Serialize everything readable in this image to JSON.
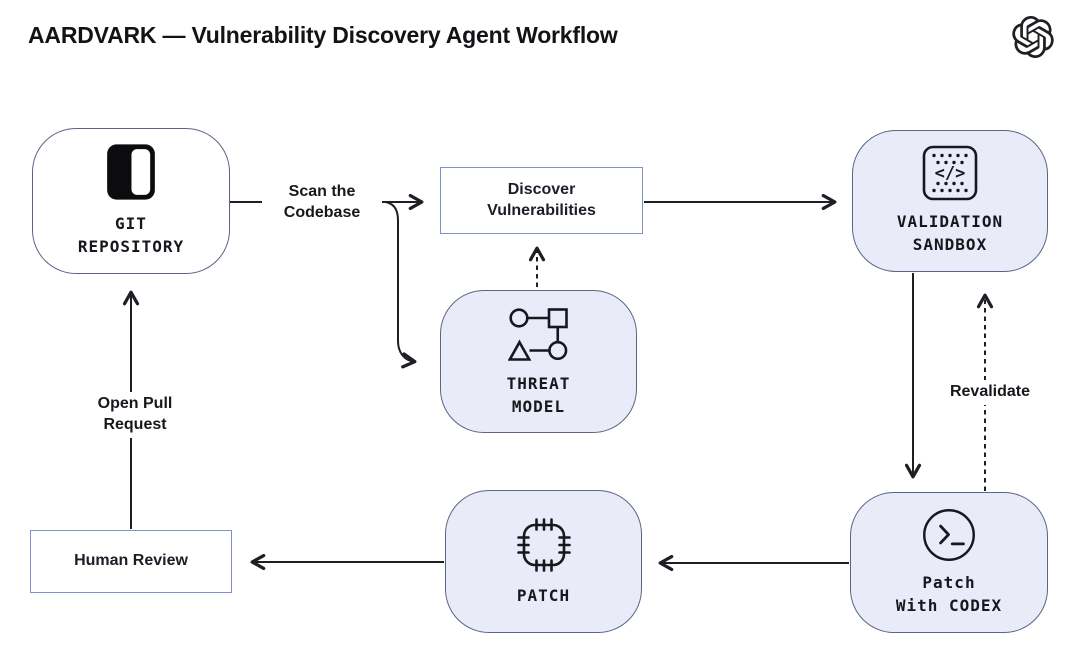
{
  "header": {
    "title": "AARDVARK — Vulnerability Discovery Agent Workflow",
    "logo": "openai-logo"
  },
  "colors": {
    "node_fill": "#e9ecf8",
    "node_border": "#5a6586",
    "box_border": "#8191cb",
    "arrow": "#1d1f24",
    "text": "#14161c"
  },
  "nodes": {
    "git_repository": {
      "line1": "GIT",
      "line2": "REPOSITORY",
      "icon": "repository-icon"
    },
    "discover_vulnerabilities": {
      "line1": "Discover",
      "line2": "Vulnerabilities"
    },
    "validation_sandbox": {
      "line1": "VALIDATION",
      "line2": "SANDBOX",
      "icon": "code-sandbox-icon",
      "icon_glyph": "</>"
    },
    "threat_model": {
      "line1": "THREAT",
      "line2": "MODEL",
      "icon": "graph-icon"
    },
    "patch_with_codex": {
      "line1": "Patch",
      "line2": "With CODEX",
      "icon": "terminal-icon"
    },
    "patch": {
      "line1": "PATCH",
      "icon": "stitch-patch-icon"
    },
    "human_review": {
      "label": "Human Review"
    }
  },
  "edge_labels": {
    "scan": {
      "line1": "Scan the",
      "line2": "Codebase"
    },
    "open_pr": {
      "line1": "Open Pull",
      "line2": "Request"
    },
    "revalidate": "Revalidate"
  }
}
